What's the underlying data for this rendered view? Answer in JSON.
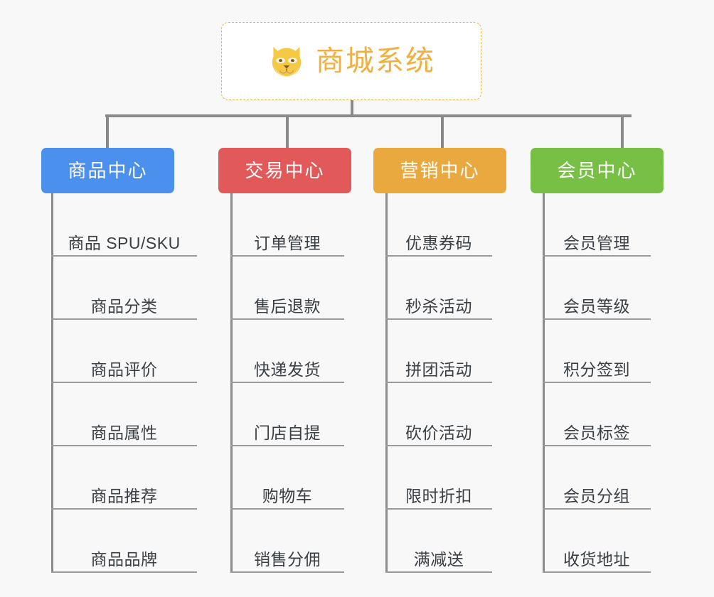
{
  "background_color": "#f8f8f9",
  "root": {
    "title": "商城系统",
    "icon": "shiba-dog-face-icon",
    "text_color": "#f0b040",
    "border_color": "#efb33f",
    "background_color": "#ffffff"
  },
  "connector_color": "#8a8a8a",
  "branches": [
    {
      "label": "商品中心",
      "color": "#4a90ec",
      "items": [
        "商品 SPU/SKU",
        "商品分类",
        "商品评价",
        "商品属性",
        "商品推荐",
        "商品品牌"
      ]
    },
    {
      "label": "交易中心",
      "color": "#e2595a",
      "items": [
        "订单管理",
        "售后退款",
        "快递发货",
        "门店自提",
        "购物车",
        "销售分佣"
      ]
    },
    {
      "label": "营销中心",
      "color": "#eaa93f",
      "items": [
        "优惠券码",
        "秒杀活动",
        "拼团活动",
        "砍价活动",
        "限时折扣",
        "满减送"
      ]
    },
    {
      "label": "会员中心",
      "color": "#78c045",
      "items": [
        "会员管理",
        "会员等级",
        "积分签到",
        "会员标签",
        "会员分组",
        "收货地址"
      ]
    }
  ]
}
